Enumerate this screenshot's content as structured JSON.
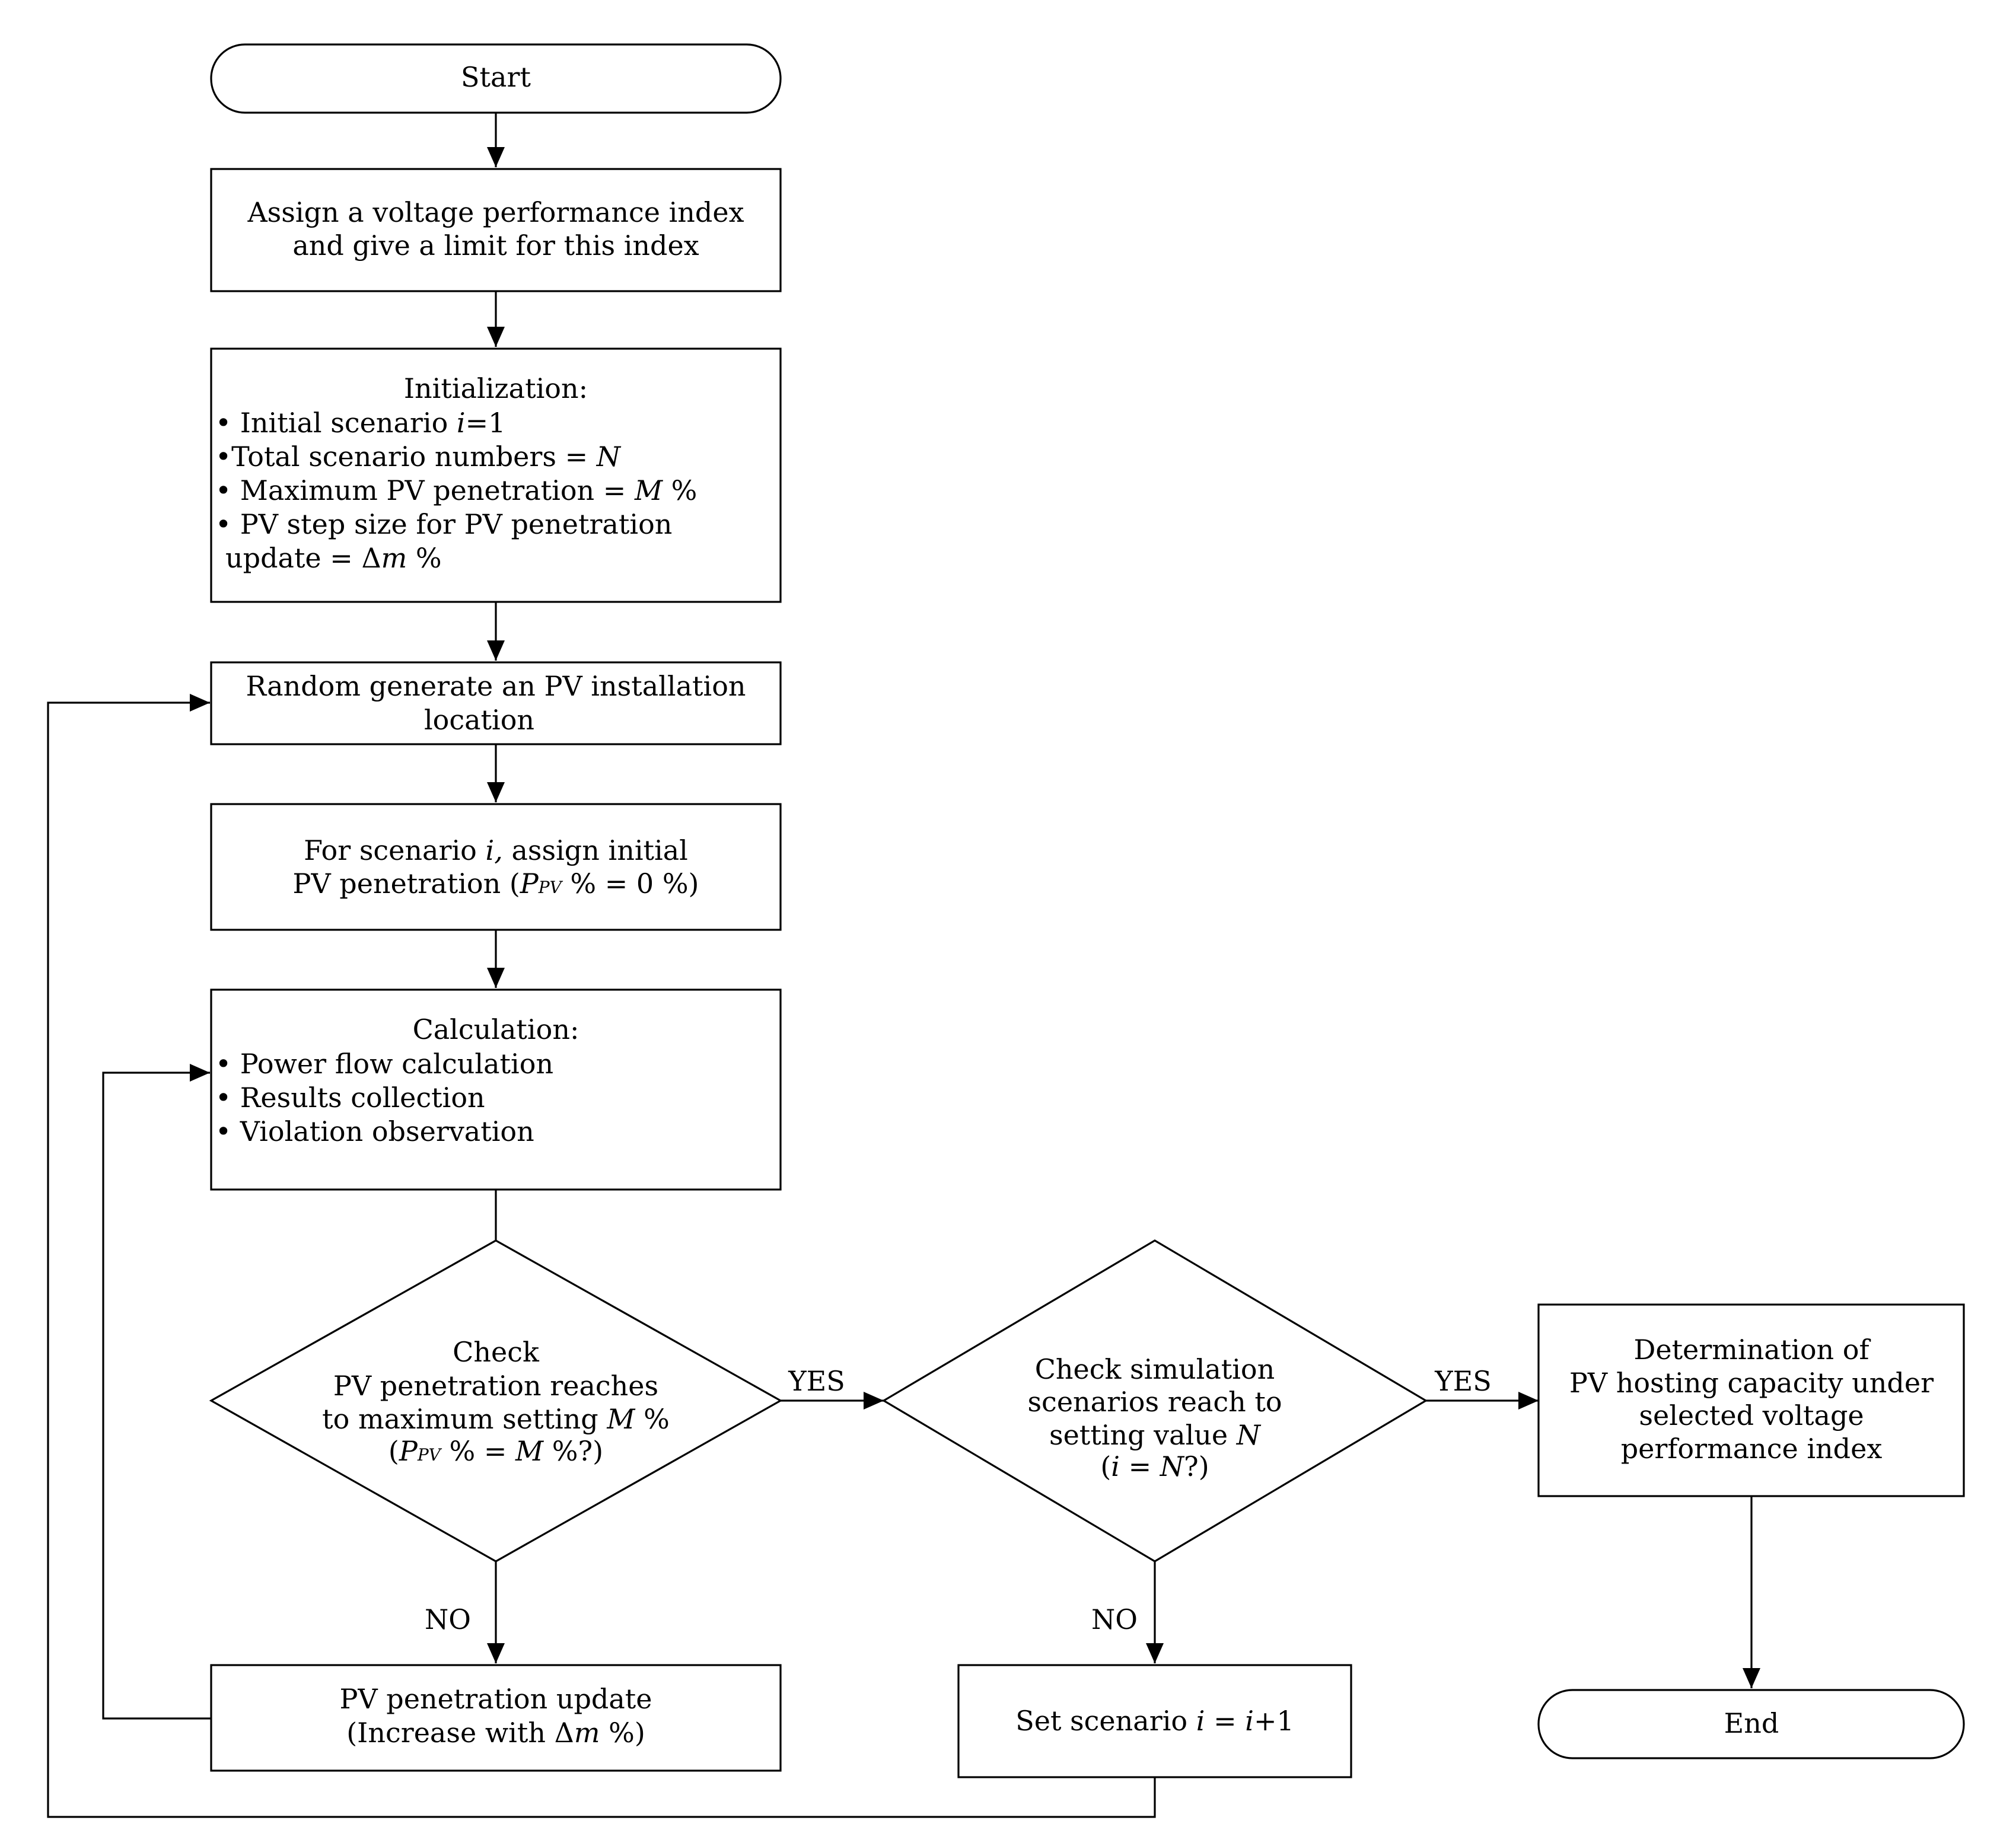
{
  "nodes": {
    "start": {
      "text": "Start"
    },
    "assign": {
      "lines": [
        "Assign a voltage performance index",
        "and give a limit for this index"
      ]
    },
    "init": {
      "title": "Initialization:",
      "items": [
        {
          "bullet": "•",
          "pre": " Initial scenario ",
          "var": "i",
          "post": "=1"
        },
        {
          "bullet": "•",
          "pre": "Total scenario numbers = ",
          "var": "N",
          "post": ""
        },
        {
          "bullet": "•",
          "pre": " Maximum PV penetration = ",
          "var": "M",
          "post": " %"
        },
        {
          "bullet": "•",
          "pre": " PV step size for PV penetration",
          "var": "",
          "post": ""
        },
        {
          "bullet": "",
          "pre": " update = Δ",
          "var": "m",
          "post": " %"
        }
      ]
    },
    "random": {
      "lines": [
        "Random generate an PV installation",
        "location"
      ]
    },
    "for_scenario": {
      "line1": {
        "pre": "For  scenario ",
        "var": "i,",
        "post": " assign initial"
      },
      "line2": {
        "pre": "PV penetration (",
        "var": "P",
        "sub": "PV",
        "post": " % = 0 %)"
      }
    },
    "calc": {
      "title": "Calculation:",
      "items": [
        {
          "bullet": "•",
          "text": " Power flow calculation"
        },
        {
          "bullet": "•",
          "text": " Results collection"
        },
        {
          "bullet": "•",
          "text": " Violation observation"
        }
      ]
    },
    "check_pv": {
      "line1": "Check",
      "line2": "PV penetration reaches",
      "line3": {
        "pre": "to maximum setting ",
        "var": "M",
        "post": " %"
      },
      "line4": {
        "pre": "(",
        "var": "P",
        "sub": "PV",
        "mid": " % = ",
        "var2": "M",
        "post": " %?)"
      }
    },
    "check_sim": {
      "line1": "Check simulation",
      "line2": "scenarios reach to",
      "line3": {
        "pre": "setting value ",
        "var": "N",
        "post": ""
      },
      "line4": {
        "pre": "(",
        "var": "i",
        "mid": " = ",
        "var2": "N",
        "post": "?)"
      }
    },
    "determine": {
      "lines": [
        "Determination of",
        "PV hosting capacity under",
        "selected voltage",
        "performance index"
      ]
    },
    "update": {
      "line1": "PV penetration update",
      "line2": {
        "pre": "(Increase with Δ",
        "var": "m",
        "post": " %)"
      }
    },
    "set_scenario": {
      "pre": "Set scenario ",
      "var": "i",
      "mid": " = ",
      "var2": "i",
      "post": "+1"
    },
    "end": {
      "text": "End"
    }
  },
  "edge_labels": {
    "yes1": "YES",
    "yes2": "YES",
    "no1": "NO",
    "no2": "NO"
  }
}
